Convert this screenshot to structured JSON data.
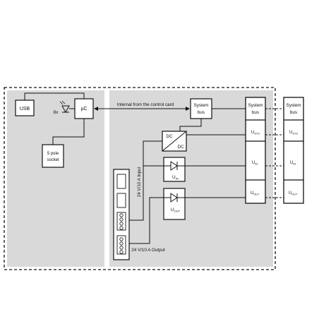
{
  "blocks": {
    "usb": "USB",
    "uc": "µC",
    "led": "8x",
    "socket_line1": "5 pole",
    "socket_line2": "socket",
    "internal_label": "Internal from the control card",
    "system_bus_1": "System",
    "system_bus_2": "bus",
    "dc_top": "DC",
    "dc_bottom": "DC",
    "u_in": "U",
    "u_in_sub": "IN",
    "u_out": "U",
    "u_out_sub": "OUT",
    "input_label": "24 V/10 A Input",
    "output_label": "24 V/10 A Output"
  },
  "rail_right": {
    "bus_1": "System",
    "bus_2": "bus",
    "u_sys": "U",
    "u_sys_sub": "SYS",
    "u_in": "U",
    "u_in_sub": "IN",
    "u_out": "U",
    "u_out_sub": "OUT"
  },
  "rail_far": {
    "bus_1": "System",
    "bus_2": "bus",
    "u_sys": "U",
    "u_sys_sub": "SYS",
    "u_in": "U",
    "u_in_sub": "IN",
    "u_out": "U",
    "u_out_sub": "OUT"
  },
  "colors": {
    "panel_fill": "#d9d9d9",
    "stroke": "#111111",
    "background": "#ffffff"
  }
}
